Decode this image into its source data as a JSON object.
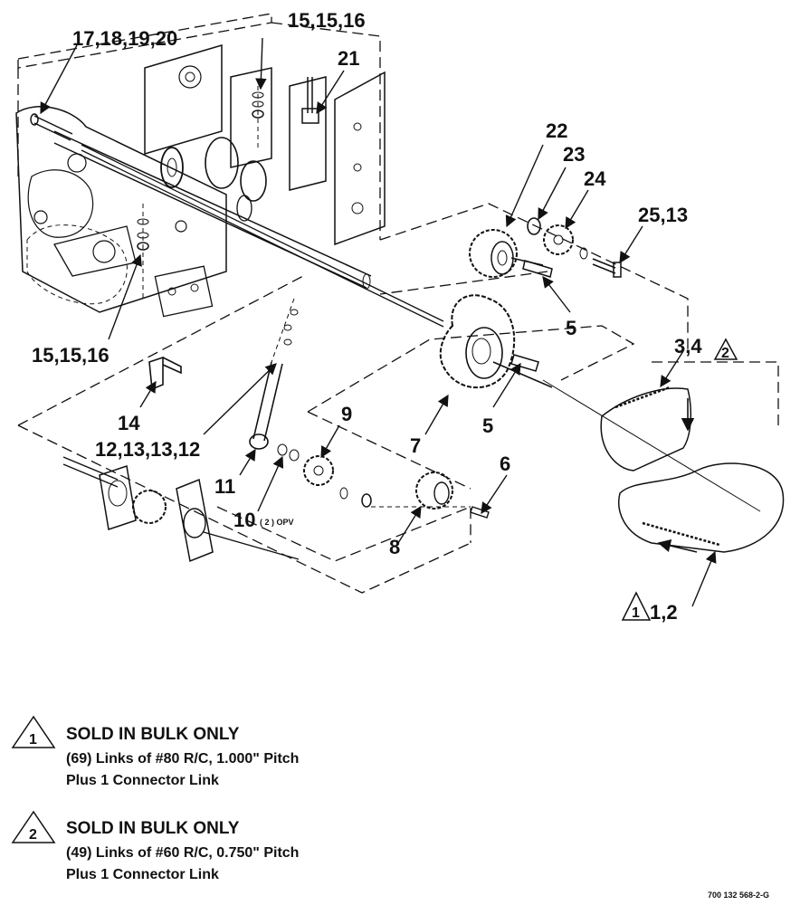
{
  "callouts": {
    "c17_20": "17,18,19,20",
    "c15_top": "15,15,16",
    "c21": "21",
    "c22": "22",
    "c23": "23",
    "c24": "24",
    "c25_13": "25,13",
    "c5_upper": "5",
    "c15_left": "15,15,16",
    "c3_4": "3,4",
    "tri2_small": "2",
    "c14": "14",
    "c9": "9",
    "c12_13": "12,13,13,12",
    "c5_lower": "5",
    "c7": "7",
    "c11": "11",
    "c6": "6",
    "c10": "10",
    "c10_note": "( 2 ) OPV",
    "c8": "8",
    "tri1_small": "1",
    "c1_2": "1,2"
  },
  "notes": [
    {
      "marker": "1",
      "title": "SOLD IN BULK ONLY",
      "line1": "(69) Links of #80 R/C, 1.000\" Pitch",
      "line2": "Plus 1 Connector Link"
    },
    {
      "marker": "2",
      "title": "SOLD IN BULK ONLY",
      "line1": "(49) Links of #60 R/C, 0.750\" Pitch",
      "line2": "Plus 1 Connector Link"
    }
  ],
  "reference": "700 132 568-2-G"
}
